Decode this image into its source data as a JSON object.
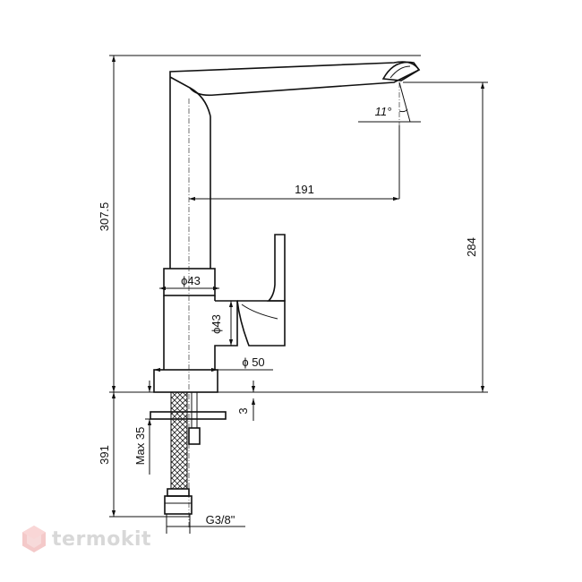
{
  "dimensions": {
    "total_height": "307.5",
    "outlet_height": "284",
    "reach": "191",
    "spout_angle": "11°",
    "body_diameter_upper": "ϕ43",
    "body_diameter_lower": "ϕ43",
    "base_diameter": "ϕ 50",
    "base_thickness": "3",
    "hose_length": "391",
    "max_deck_thickness": "Max 35",
    "connection_thread": "G3/8\""
  },
  "logo": {
    "text": "termokit",
    "color": "#d8d8d8"
  }
}
